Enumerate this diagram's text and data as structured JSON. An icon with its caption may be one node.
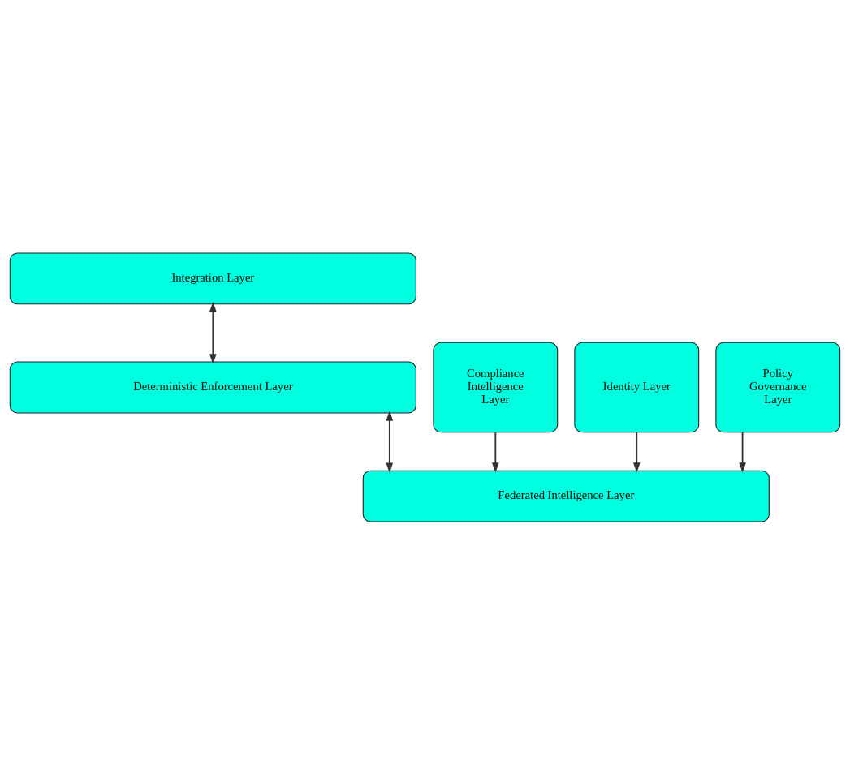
{
  "diagram": {
    "nodes": [
      {
        "text": [
          "Integration Layer"
        ]
      },
      {
        "text": [
          "Deterministic Enforcement Layer"
        ]
      },
      {
        "text": [
          "Federated Intelligence Layer"
        ]
      },
      {
        "text": [
          "Compliance Intelligence Layer"
        ]
      },
      {
        "text": [
          "Identity Layer"
        ]
      },
      {
        "text": [
          "Policy Governance Layer"
        ]
      }
    ],
    "edges": [
      {
        "from": 0,
        "to": 1,
        "arrow": "both"
      },
      {
        "from": 1,
        "to": 2,
        "arrow": "both"
      },
      {
        "from": 3,
        "to": 2,
        "arrow": "to"
      },
      {
        "from": 4,
        "to": 2,
        "arrow": "to"
      },
      {
        "from": 5,
        "to": 2,
        "arrow": "to"
      }
    ]
  }
}
